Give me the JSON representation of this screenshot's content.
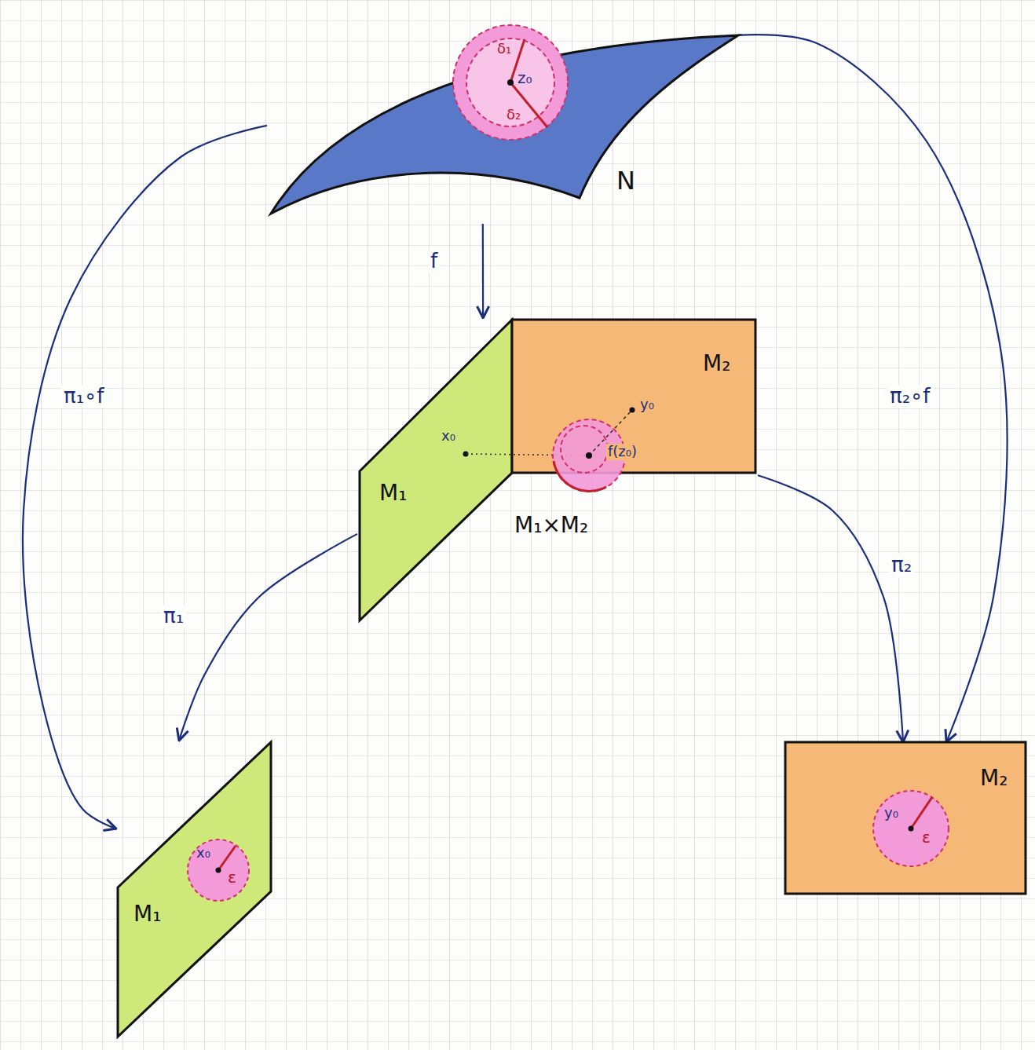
{
  "diagram": {
    "nodes": [
      {
        "text": [
          "N"
        ]
      },
      {
        "text": [
          "δ₁",
          "z₀",
          "δ₂"
        ],
        "in": 0
      },
      {
        "text": [
          "M₁×M₂"
        ]
      },
      {
        "text": [
          "M₁",
          "x₀"
        ],
        "in": 2
      },
      {
        "text": [
          "M₂",
          "y₀",
          "f(z₀)"
        ],
        "in": 2
      },
      {
        "text": [
          "M₁"
        ]
      },
      {
        "text": [
          "x₀",
          "ε"
        ],
        "in": 5
      },
      {
        "text": [
          "M₂"
        ]
      },
      {
        "text": [
          "y₀",
          "ε"
        ],
        "in": 7
      }
    ],
    "edges": [
      {
        "from": 0,
        "to": 2,
        "label": "f",
        "arrow": "to"
      },
      {
        "from": 0,
        "to": 5,
        "label": "π₁∘f",
        "arrow": "to"
      },
      {
        "from": 0,
        "to": 7,
        "label": "π₂∘f",
        "arrow": "to"
      },
      {
        "from": 2,
        "to": 5,
        "label": "π₁",
        "arrow": "to"
      },
      {
        "from": 2,
        "to": 7,
        "label": "π₂",
        "arrow": "to"
      }
    ]
  }
}
